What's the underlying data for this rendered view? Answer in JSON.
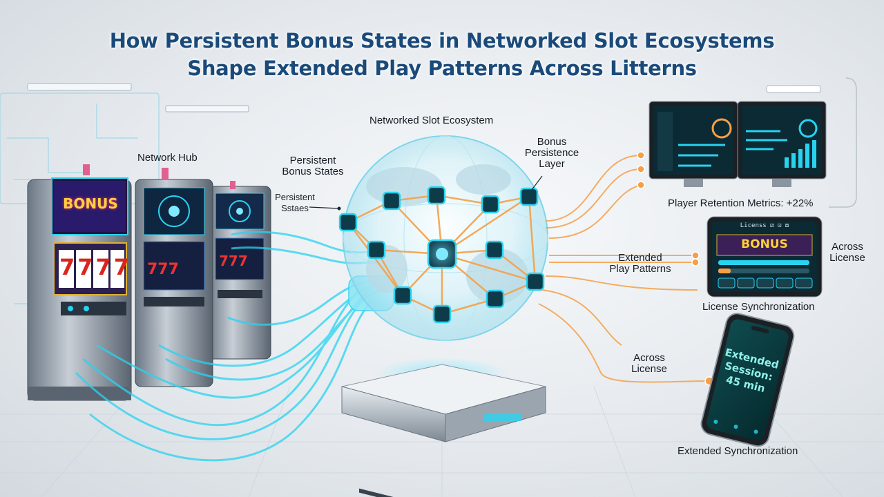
{
  "title": {
    "line1": "How Persistent Bonus States in Networked Slot Ecosystems",
    "line2": "Shape Extended Play Patterns Across Litterns"
  },
  "labels": {
    "network_hub": "Network Hub",
    "ecosystem": "Networked Slot Ecosystem",
    "persistent_bonus_states": "Persistent\nBonus States",
    "persistent_sstaes": "Persistent\nSstaes",
    "bonus_persistence_layer": "Bonus\nPersistence\nLayer",
    "retention": "Player Retention Metrics: +22%",
    "extended_play": "Extended\nPlay Patterns",
    "across_license_right": "Across\nLicense",
    "license_sync": "License Synchronization",
    "across_license_mid": "Across\nLicense",
    "extended_sync": "Extended Synchronization"
  },
  "screens": {
    "slot_bonus": "BONUS",
    "reels": "7777",
    "tablet_header": "Licenss ⚂ ⚀ ⚄",
    "tablet_bonus": "BONUS",
    "phone_text": "Extended\nSession:\n45 min"
  },
  "colors": {
    "accent_cyan": "#29d3f0",
    "accent_orange": "#f5a048",
    "title_blue": "#1a4a7a",
    "screen_dark": "#0c2a33"
  }
}
